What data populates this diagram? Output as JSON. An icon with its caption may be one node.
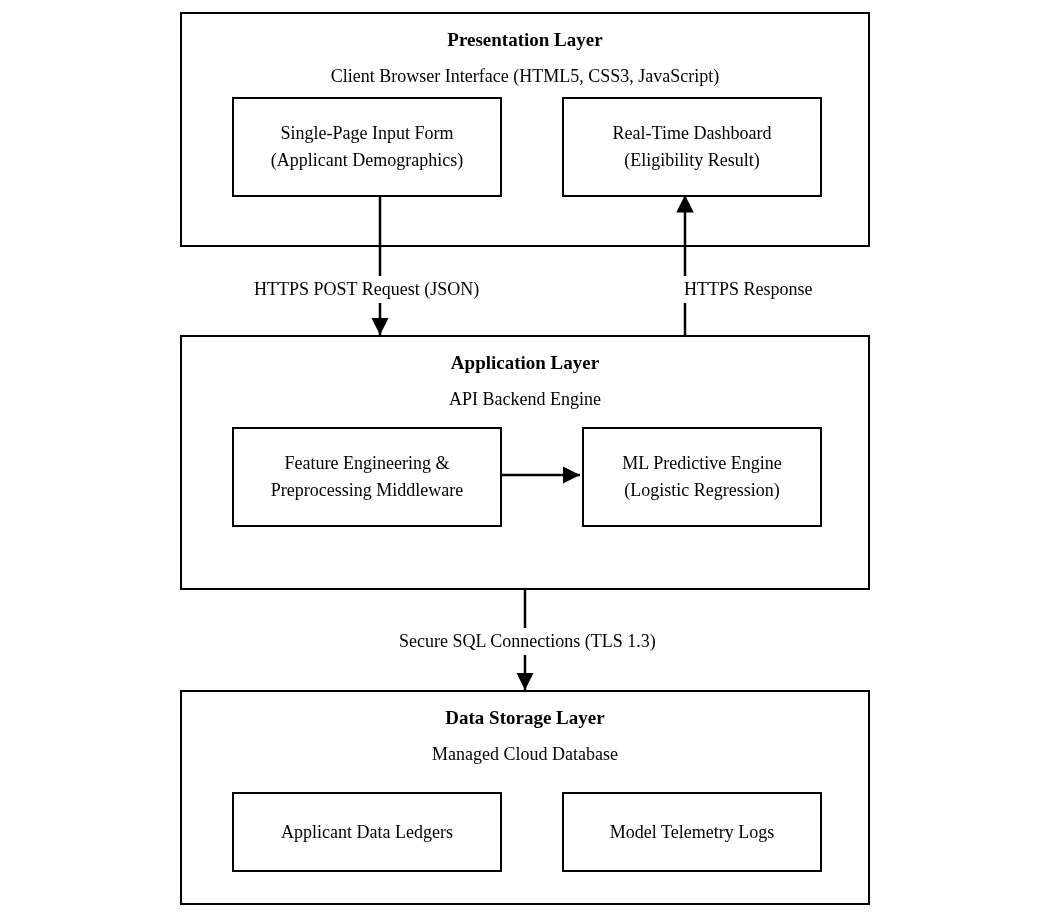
{
  "diagram": {
    "nodes": [
      {
        "text": [
          "Presentation Layer",
          "Client Browser Interface (HTML5, CSS3, JavaScript)"
        ]
      },
      {
        "text": [
          "Single-Page Input Form (Applicant Demographics)"
        ],
        "in": 0
      },
      {
        "text": [
          "Real-Time Dashboard (Eligibility Result)"
        ],
        "in": 0
      },
      {
        "text": [
          "Application Layer",
          "API Backend Engine"
        ]
      },
      {
        "text": [
          "Feature Engineering & Preprocessing Middleware"
        ],
        "in": 3
      },
      {
        "text": [
          "ML Predictive Engine (Logistic Regression)"
        ],
        "in": 3
      },
      {
        "text": [
          "Data Storage Layer",
          "Managed Cloud Database"
        ]
      },
      {
        "text": [
          "Applicant Data Ledgers"
        ],
        "in": 6
      },
      {
        "text": [
          "Model Telemetry Logs"
        ],
        "in": 6
      }
    ],
    "edges": [
      {
        "from": 1,
        "to": 3,
        "arrow": "to",
        "label": "HTTPS POST Request (JSON)"
      },
      {
        "from": 3,
        "to": 2,
        "arrow": "to",
        "label": "HTTPS Response"
      },
      {
        "from": 4,
        "to": 5,
        "arrow": "to"
      },
      {
        "from": 3,
        "to": 6,
        "arrow": "to",
        "label": "Secure SQL Connections (TLS 1.3)"
      }
    ]
  }
}
